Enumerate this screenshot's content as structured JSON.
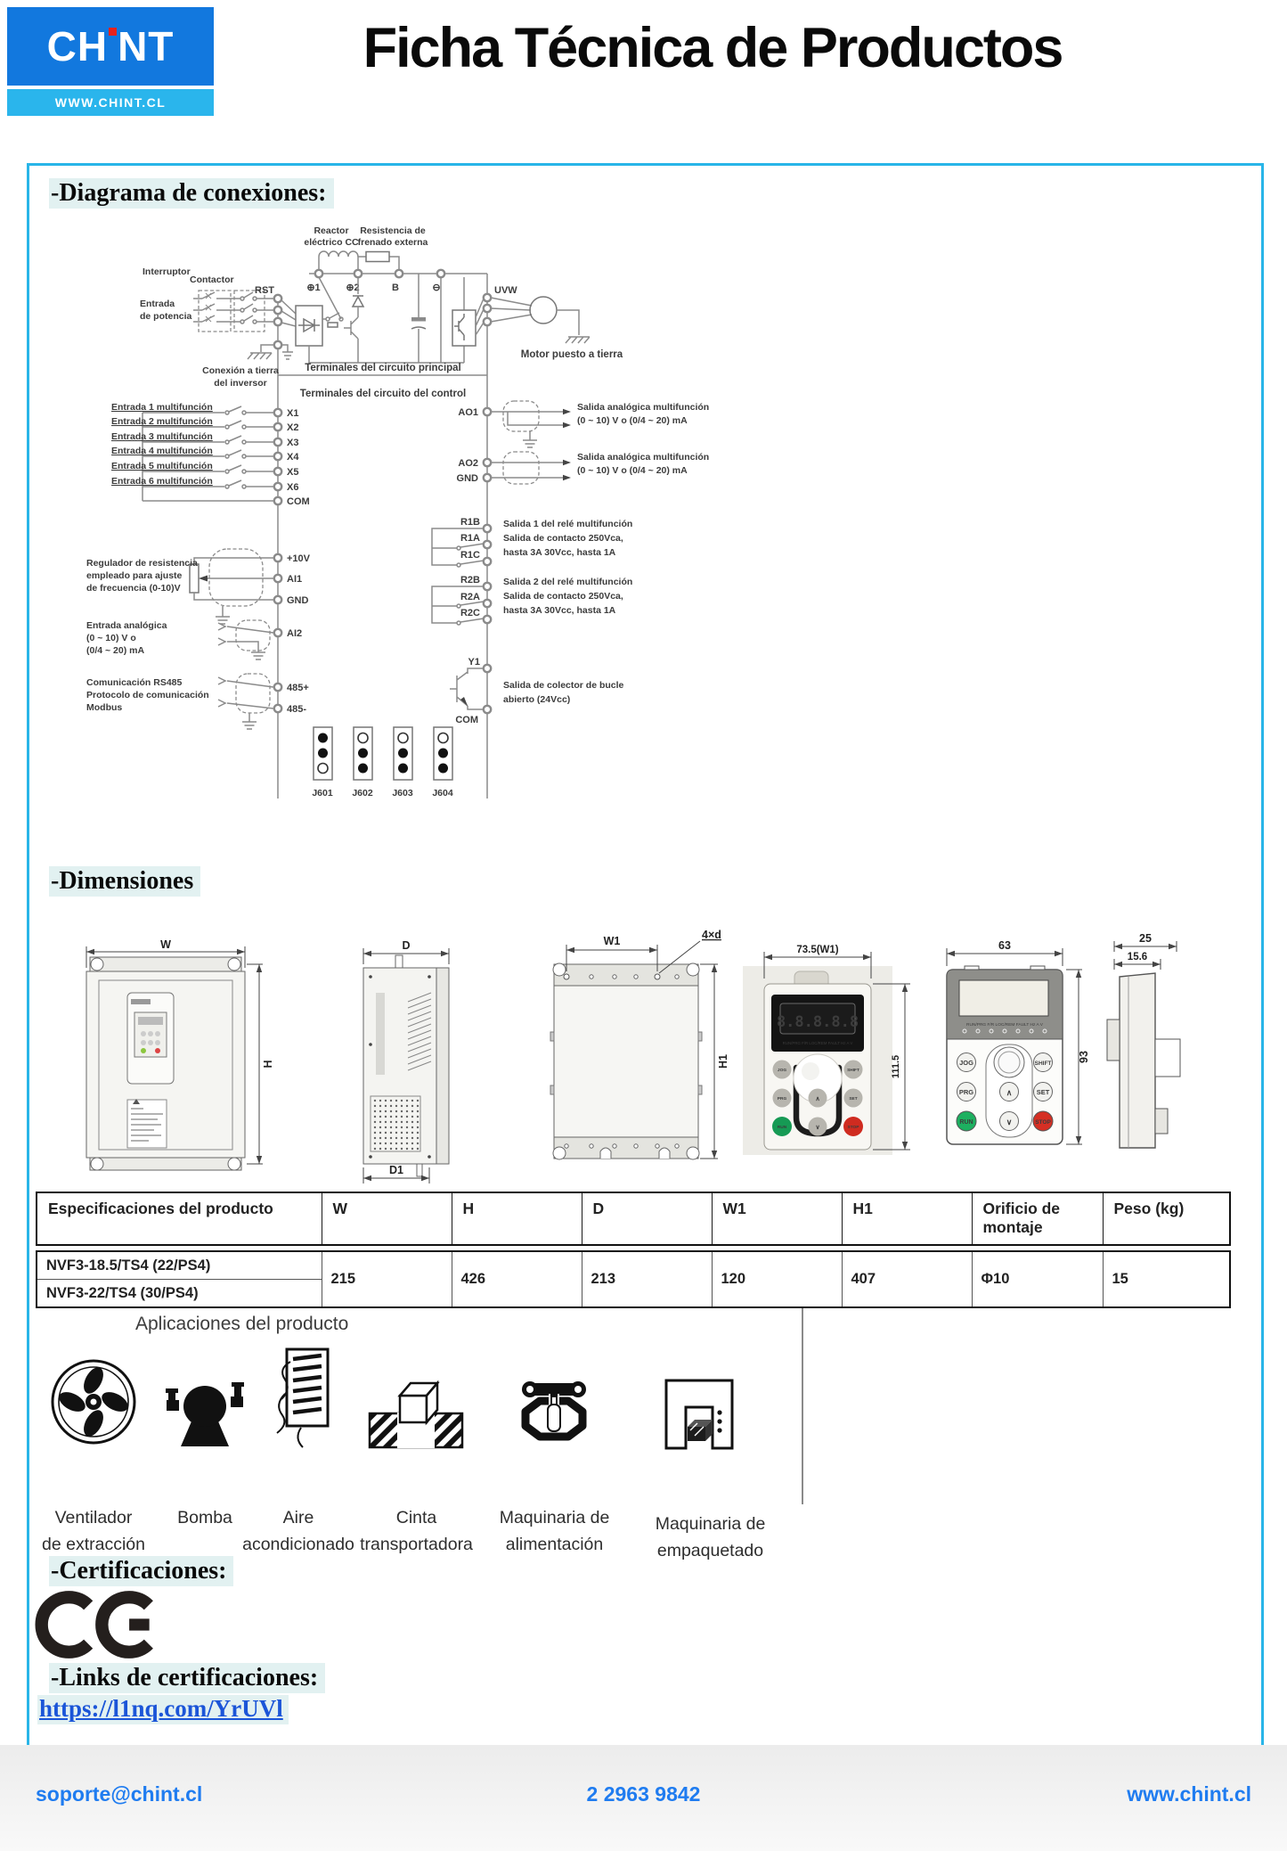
{
  "header": {
    "logo": "CHNT",
    "logo_left": "CH",
    "logo_right": "NT",
    "logo_sub": "WWW.CHINT.CL",
    "title": "Ficha Técnica de Productos"
  },
  "sections": {
    "diagram": "-Diagrama de conexiones:",
    "dimensions": "-Dimensiones",
    "certifications": "-Certificaciones:",
    "links": "-Links de certificaciones:"
  },
  "cert_link": "https://l1nq.com/YrUVl",
  "footer": {
    "email": "soporte@chint.cl",
    "phone": "2 2963 9842",
    "web": "www.chint.cl"
  },
  "diagram": {
    "labels": {
      "reactor1": "Reactor",
      "reactor2": "eléctrico CC",
      "brake1": "Resistencia de",
      "brake2": "frenado externa",
      "interruptor": "Interruptor",
      "contactor": "Contactor",
      "power1": "Entrada",
      "power2": "de potencia",
      "rst": "RST",
      "p1": "⊕1",
      "p2": "⊕2",
      "b": "B",
      "minus": "⊖",
      "uvw": "UVW",
      "motor_ground": "Motor puesto a tierra",
      "inv_ground1": "Conexión a tierra",
      "inv_ground2": "del inversor",
      "main_terms": "Terminales del circuito principal",
      "ctrl_terms": "Terminales del circuito del control",
      "in1": "Entrada 1 multifunción",
      "in2": "Entrada 2 multifunción",
      "in3": "Entrada 3 multifunción",
      "in4": "Entrada 4 multifunción",
      "in5": "Entrada 5 multifunción",
      "in6": "Entrada 6 multifunción",
      "x1": "X1",
      "x2": "X2",
      "x3": "X3",
      "x4": "X4",
      "x5": "X5",
      "x6": "X6",
      "com": "COM",
      "v10": "+10V",
      "ai1": "AI1",
      "gnd": "GND",
      "ai2": "AI2",
      "rp485": "485+",
      "rm485": "485-",
      "reg1": "Regulador de resistencia",
      "reg2": "empleado para ajuste",
      "reg3": "de frecuencia (0-10)V",
      "ana1": "Entrada analógica",
      "ana2": "(0 ~ 10) V o",
      "ana3": "(0/4 ~ 20) mA",
      "rs1": "Comunicación RS485",
      "rs2": "Protocolo de comunicación",
      "rs3": "Modbus",
      "ao1": "AO1",
      "ao2": "AO2",
      "gnd2": "GND",
      "aout1": "Salida analógica multifunción",
      "aout2": "(0 ~ 10) V o (0/4 ~ 20) mA",
      "r1b": "R1B",
      "r1a": "R1A",
      "r1c": "R1C",
      "r2b": "R2B",
      "r2a": "R2A",
      "r2c": "R2C",
      "relay1": "Salida 1 del relé multifunción",
      "relay2": "Salida 2 del relé multifunción",
      "relay_b": "Salida de contacto 250Vca,",
      "relay_c": "hasta 3A 30Vcc, hasta 1A",
      "y1": "Y1",
      "com2": "COM",
      "open_col1": "Salida de colector de bucle",
      "open_col2": "abierto (24Vcc)",
      "j601": "J601",
      "j602": "J602",
      "j603": "J603",
      "j604": "J604"
    }
  },
  "dimensions": {
    "w": "W",
    "h": "H",
    "d": "D",
    "d1": "D1",
    "w1": "W1",
    "h1": "H1",
    "hole": "4×d",
    "kp_width": "73.5(W1)",
    "kp_height": "111.5",
    "kd_width": "63",
    "kd_height": "93",
    "ks_depth": "25",
    "ks_depth2": "15.6"
  },
  "keypad": {
    "display": "8.8.8.8.8",
    "leds": "RUN/PRG F/R LOC/REM FAULT  Hz  A  V",
    "jog": "JOG",
    "shift": "SHIFT",
    "prg": "PRG",
    "set": "SET",
    "run": "RUN",
    "stop": "STOP",
    "up": "∧",
    "down": "∨"
  },
  "table": {
    "headers": [
      "Especificaciones del producto",
      "W",
      "H",
      "D",
      "W1",
      "H1",
      "Orificio de montaje",
      "Peso (kg)"
    ],
    "models": [
      "NVF3-18.5/TS4 (22/PS4)",
      "NVF3-22/TS4 (30/PS4)"
    ],
    "values": [
      "215",
      "426",
      "213",
      "120",
      "407",
      "Φ10",
      "15"
    ]
  },
  "applications": {
    "title": "Aplicaciones del producto",
    "items": [
      {
        "line1": "Ventilador",
        "line2": "de extracción"
      },
      {
        "line1": "Bomba",
        "line2": ""
      },
      {
        "line1": "Aire",
        "line2": "acondicionado"
      },
      {
        "line1": "Cinta",
        "line2": "transportadora"
      },
      {
        "line1": "Maquinaria de",
        "line2": "alimentación"
      },
      {
        "line1": "Maquinaria de",
        "line2": "empaquetado"
      }
    ]
  }
}
